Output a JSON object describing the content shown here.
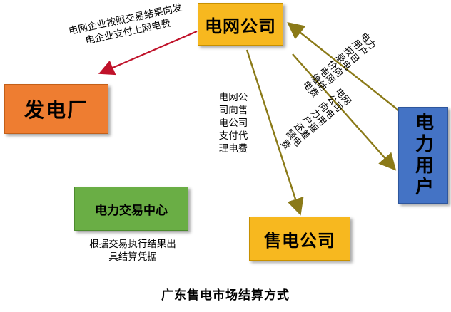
{
  "nodes": {
    "grid_company": "电网公司",
    "power_plant": "发电厂",
    "trading_center": "电力交易中心",
    "sales_company": "售电公司",
    "power_user": "电力用户"
  },
  "notes": {
    "grid_to_plant": "电网企业按照交易结果向发\n电企业支付上网电费",
    "grid_to_sales": "电网公\n司向售\n电公司\n支付代\n理电费",
    "user_to_grid": "电力\n用户\n按目\n录电\n价向\n电网\n缴纳\n电费",
    "grid_to_user": "电网\n公司\n向电\n力用\n户返\n还差\n额电\n费",
    "trading_center": "根据交易执行结果出\n具结算凭据"
  },
  "caption": "广东售电市场结算方式",
  "colors": {
    "grid_company": "#f7b81f",
    "power_plant": "#ee7d31",
    "trading_center": "#6aae45",
    "sales_company": "#f7b81f",
    "power_user": "#4473c5",
    "arrow_red": "#c0122a",
    "arrow_olive": "#8b7a18"
  }
}
